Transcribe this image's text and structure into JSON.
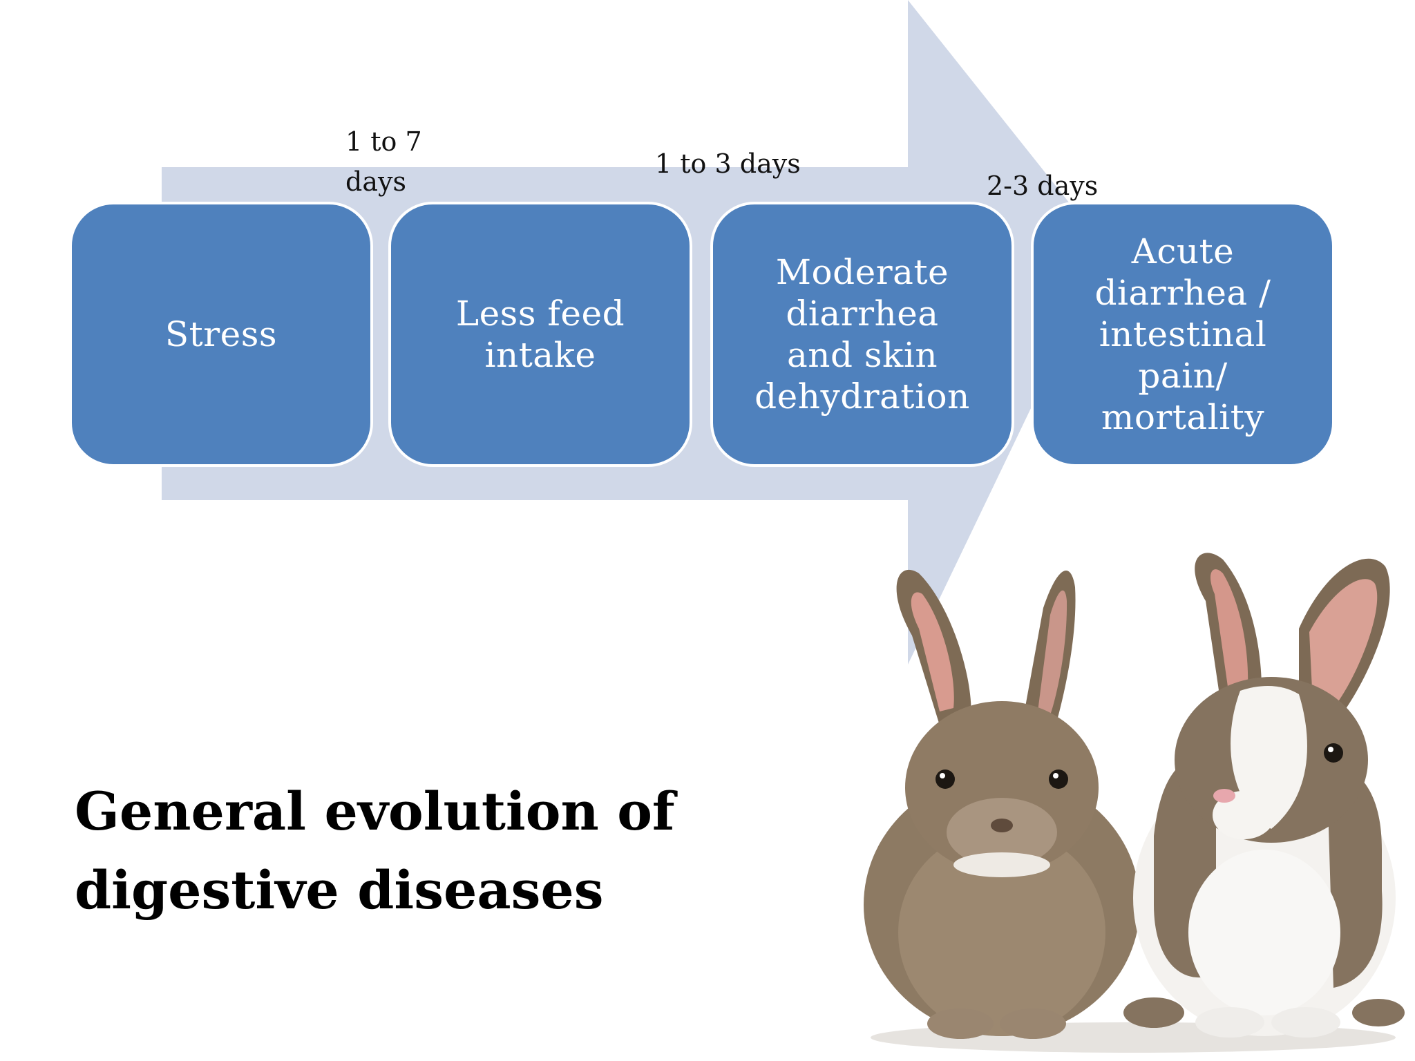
{
  "slide": {
    "title": "General evolution of digestive diseases"
  },
  "steps": [
    {
      "label": "Stress"
    },
    {
      "label": "Less feed intake"
    },
    {
      "label": "Moderate diarrhea and skin dehydration"
    },
    {
      "label": "Acute diarrhea / intestinal pain/ mortality"
    }
  ],
  "durations": [
    {
      "label": "1 to 7 days"
    },
    {
      "label": "1 to 3 days"
    },
    {
      "label": "2-3 days"
    }
  ],
  "colors": {
    "box_fill": "#4f81bd",
    "arrow_fill": "#d0d8e8",
    "text_dark": "#111111"
  },
  "image": {
    "subject": "two rabbits",
    "icon": "rabbits-photo"
  }
}
